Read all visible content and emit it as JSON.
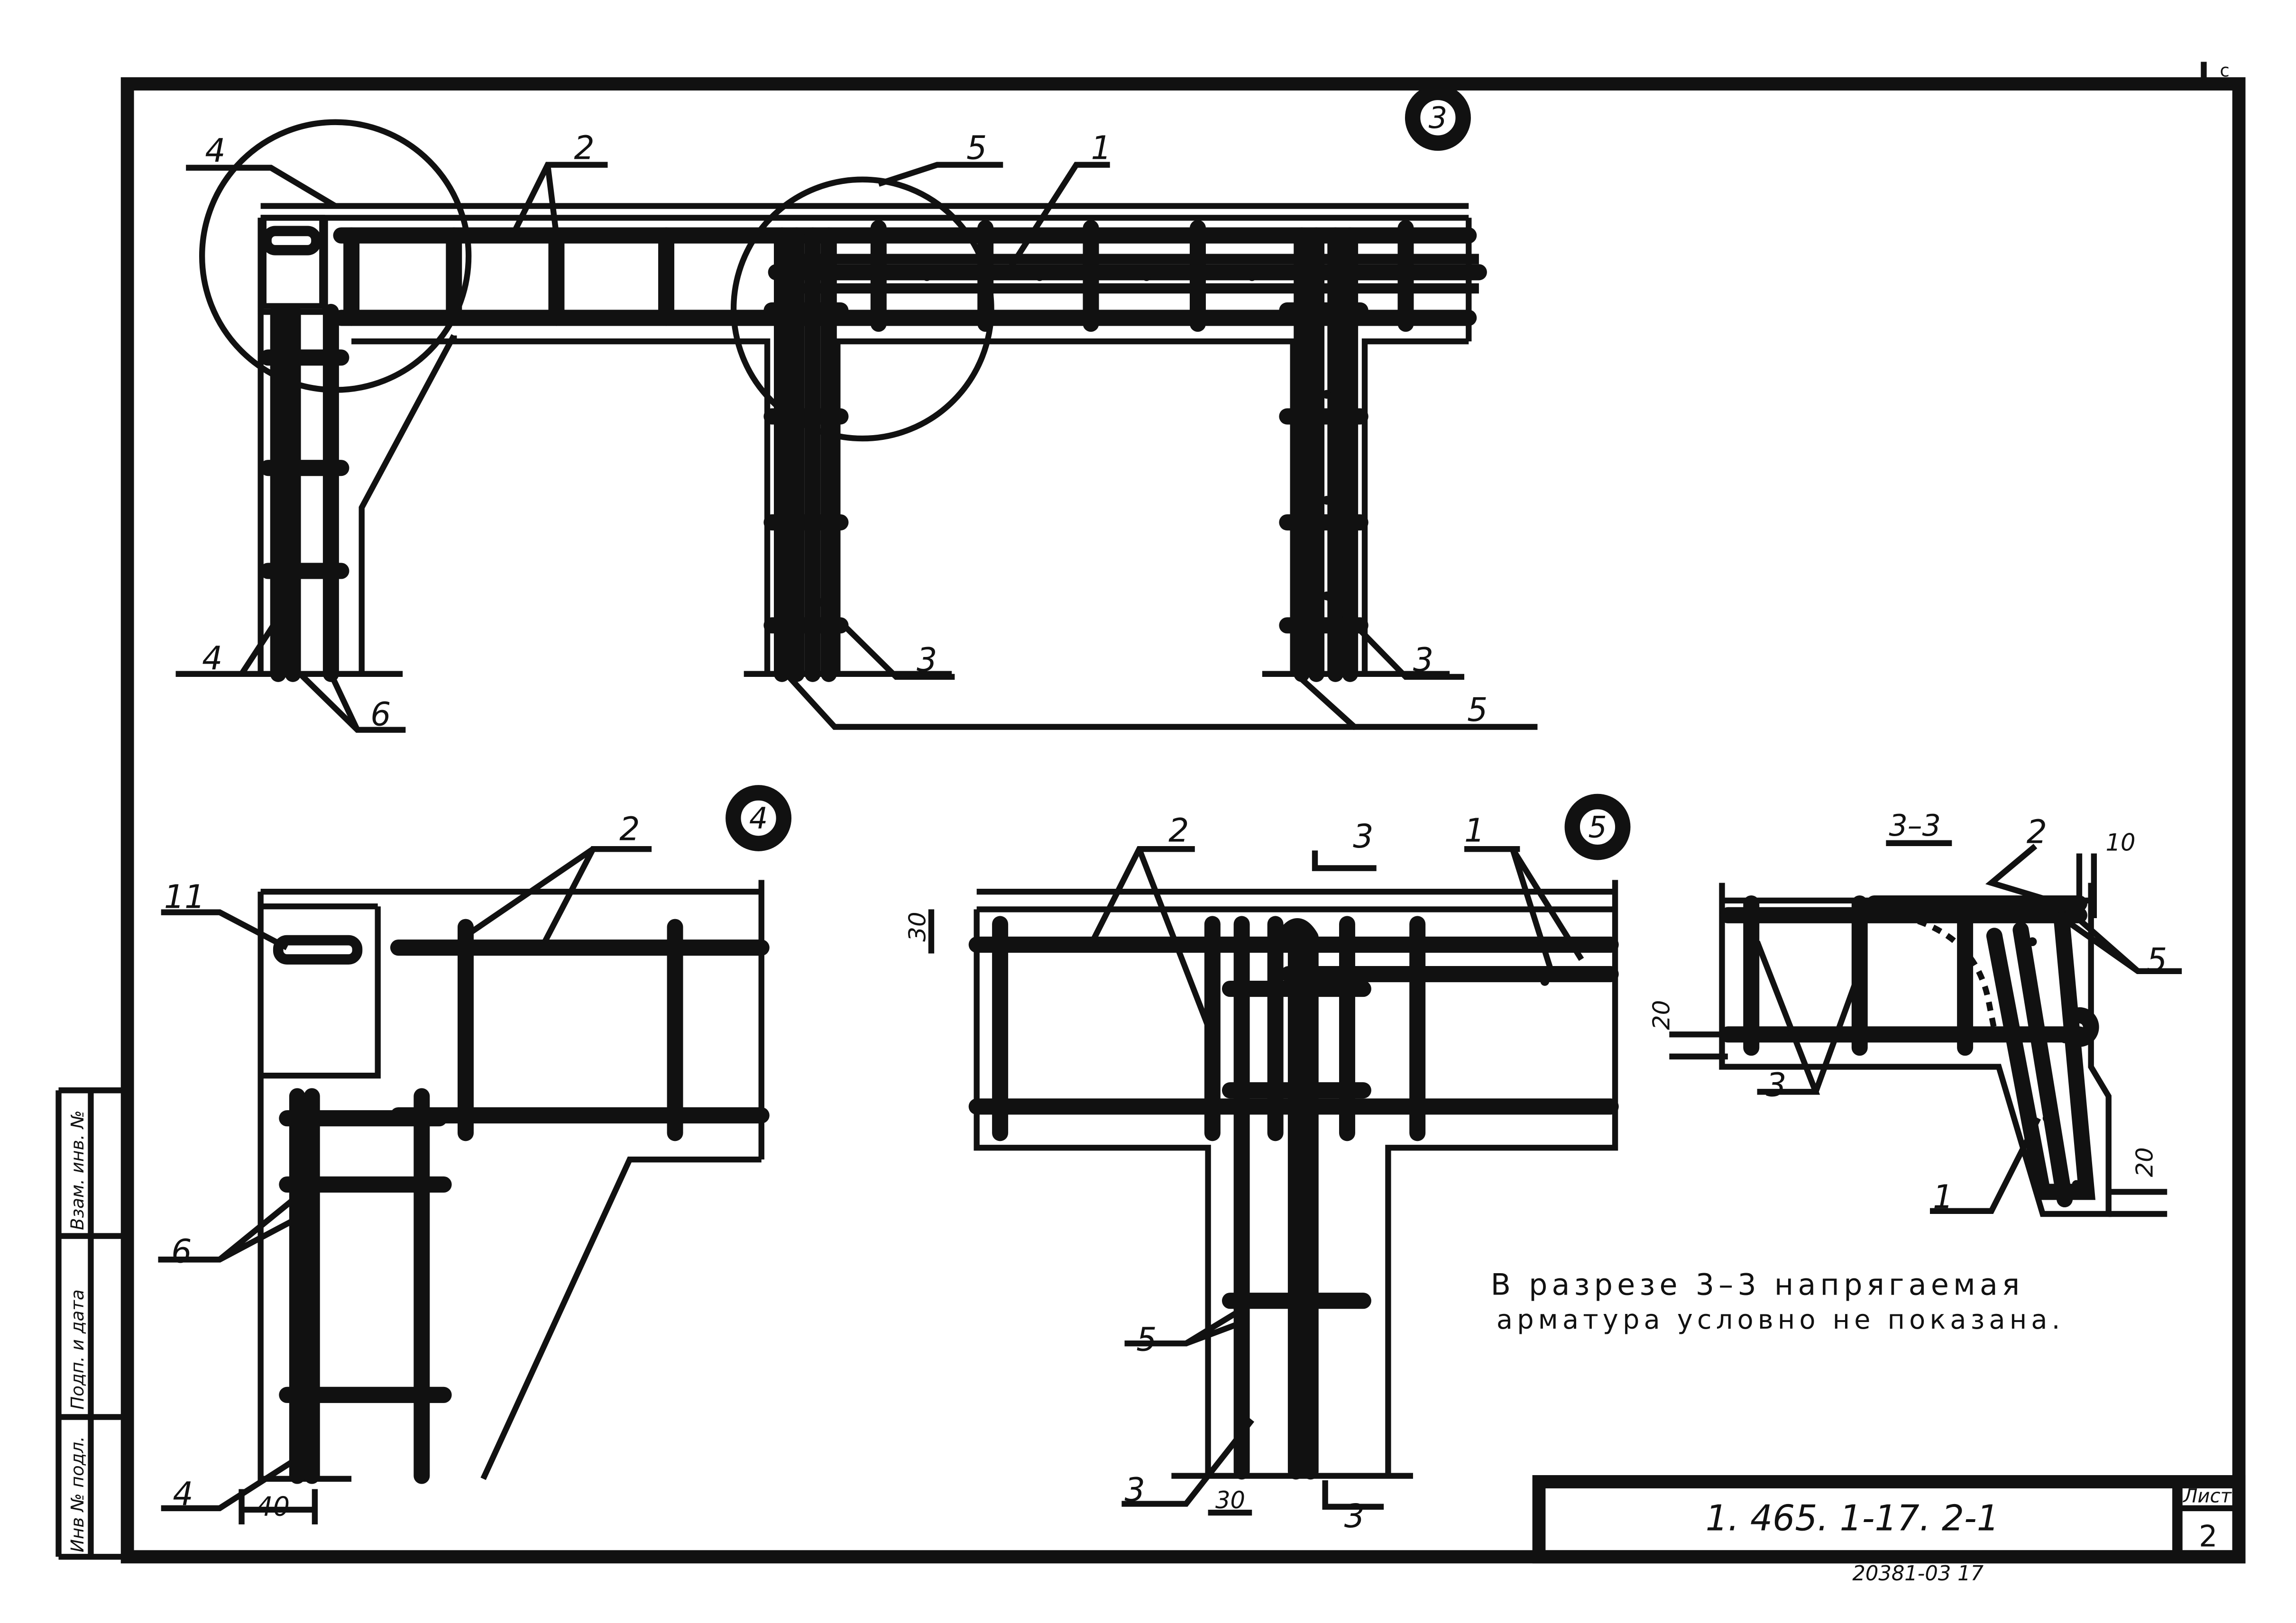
{
  "detail_markers": {
    "d3": "3",
    "d4": "4",
    "d5": "5"
  },
  "detail3": {
    "leaders": {
      "l4_top": "4",
      "l2": "2",
      "l5_top": "5",
      "l1": "1",
      "l4_bottom": "4",
      "l6": "6",
      "l3_mid": "3",
      "l3_right": "3",
      "l5_bottom": "5"
    }
  },
  "detail4": {
    "leaders": {
      "l11": "11",
      "l2": "2",
      "l6": "6",
      "l4": "4"
    },
    "dims": {
      "d40": "40"
    }
  },
  "detail5": {
    "leaders": {
      "l2": "2",
      "l1": "1",
      "l5": "5",
      "l3": "3"
    },
    "dims": {
      "d30_top": "30",
      "d30_bottom": "30"
    },
    "section_marks": {
      "top": "3",
      "bottom": "3"
    }
  },
  "section33": {
    "title": "3–3",
    "leaders": {
      "l2": "2",
      "l5": "5",
      "l3": "3",
      "l1": "1"
    },
    "dims": {
      "d10": "10",
      "d20_left": "20",
      "d20_right": "20"
    }
  },
  "note": {
    "line1": "В разрезе 3–3 напрягаемая",
    "line2": "арматура условно не показана."
  },
  "side_stamp": {
    "inv_podl": "Инв № подл.",
    "podp": "Подп. и дата",
    "vzam": "Взам. инв. №"
  },
  "title_block": {
    "code": "1. 465. 1-17. 2-1",
    "sheet_label": "Лист",
    "sheet_number": "2"
  },
  "footer_number": "20381-03   17",
  "corner_mark": "с"
}
